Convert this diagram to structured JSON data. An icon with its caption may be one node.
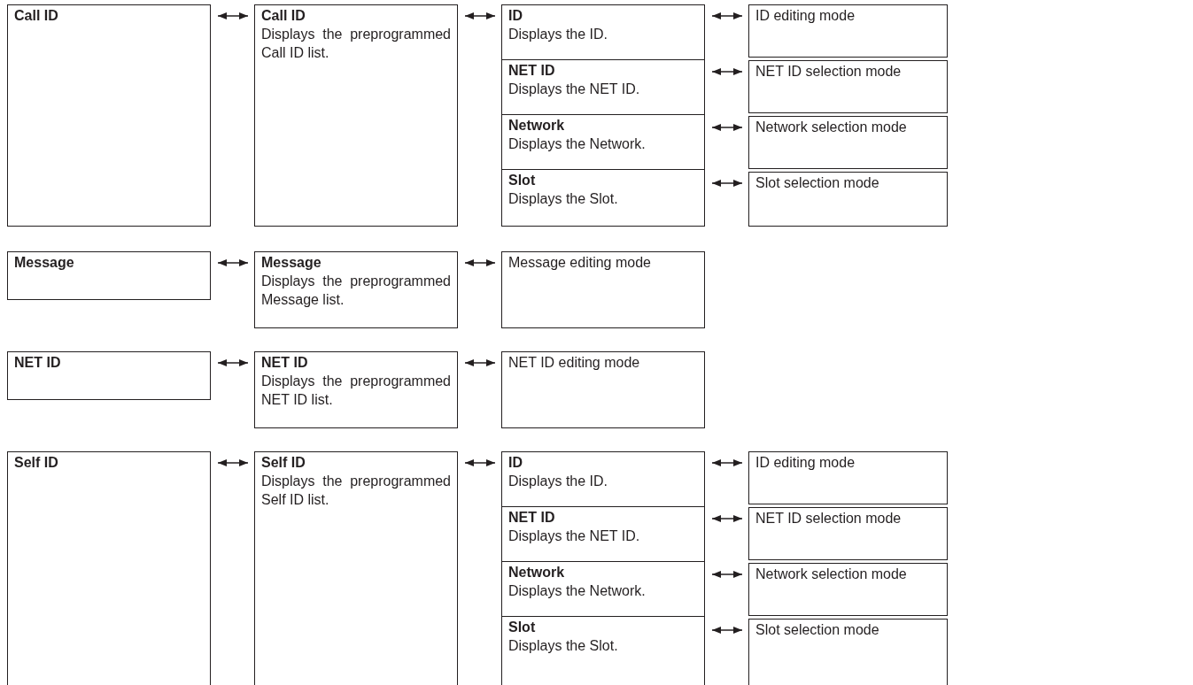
{
  "diagram": {
    "nodes": [
      {
        "text": [
          "Call ID"
        ]
      },
      {
        "text": [
          "Call ID",
          "Displays the preprogrammed Call ID list."
        ]
      },
      {
        "text": [
          "ID",
          "Displays the ID."
        ]
      },
      {
        "text": [
          "NET ID",
          "Displays the NET ID."
        ]
      },
      {
        "text": [
          "Network",
          "Displays the Network."
        ]
      },
      {
        "text": [
          "Slot",
          "Displays the Slot."
        ]
      },
      {
        "text": [
          "ID editing mode"
        ]
      },
      {
        "text": [
          "NET ID selection mode"
        ]
      },
      {
        "text": [
          "Network selection mode"
        ]
      },
      {
        "text": [
          "Slot selection mode"
        ]
      },
      {
        "text": [
          "Message"
        ]
      },
      {
        "text": [
          "Message",
          "Displays the preprogrammed Message list."
        ]
      },
      {
        "text": [
          "Message editing mode"
        ]
      },
      {
        "text": [
          "NET ID"
        ]
      },
      {
        "text": [
          "NET ID",
          "Displays the preprogrammed NET ID list."
        ]
      },
      {
        "text": [
          "NET ID editing mode"
        ]
      },
      {
        "text": [
          "Self ID"
        ]
      },
      {
        "text": [
          "Self ID",
          "Displays the preprogrammed Self ID list."
        ]
      },
      {
        "text": [
          "ID",
          "Displays the ID."
        ]
      },
      {
        "text": [
          "NET ID",
          "Displays the NET ID."
        ]
      },
      {
        "text": [
          "Network",
          "Displays the Network."
        ]
      },
      {
        "text": [
          "Slot",
          "Displays the Slot."
        ]
      },
      {
        "text": [
          "ID editing mode"
        ]
      },
      {
        "text": [
          "NET ID selection mode"
        ]
      },
      {
        "text": [
          "Network selection mode"
        ]
      },
      {
        "text": [
          "Slot selection mode"
        ]
      }
    ],
    "edges": [
      {
        "from": 0,
        "to": 1,
        "arrow": "both"
      },
      {
        "from": 1,
        "to": 2,
        "arrow": "both"
      },
      {
        "from": 2,
        "to": 6,
        "arrow": "both"
      },
      {
        "from": 3,
        "to": 7,
        "arrow": "both"
      },
      {
        "from": 4,
        "to": 8,
        "arrow": "both"
      },
      {
        "from": 5,
        "to": 9,
        "arrow": "both"
      },
      {
        "from": 10,
        "to": 11,
        "arrow": "both"
      },
      {
        "from": 11,
        "to": 12,
        "arrow": "both"
      },
      {
        "from": 13,
        "to": 14,
        "arrow": "both"
      },
      {
        "from": 14,
        "to": 15,
        "arrow": "both"
      },
      {
        "from": 16,
        "to": 17,
        "arrow": "both"
      },
      {
        "from": 17,
        "to": 18,
        "arrow": "both"
      },
      {
        "from": 18,
        "to": 22,
        "arrow": "both"
      },
      {
        "from": 19,
        "to": 23,
        "arrow": "both"
      },
      {
        "from": 20,
        "to": 24,
        "arrow": "both"
      },
      {
        "from": 21,
        "to": 25,
        "arrow": "both"
      }
    ]
  }
}
